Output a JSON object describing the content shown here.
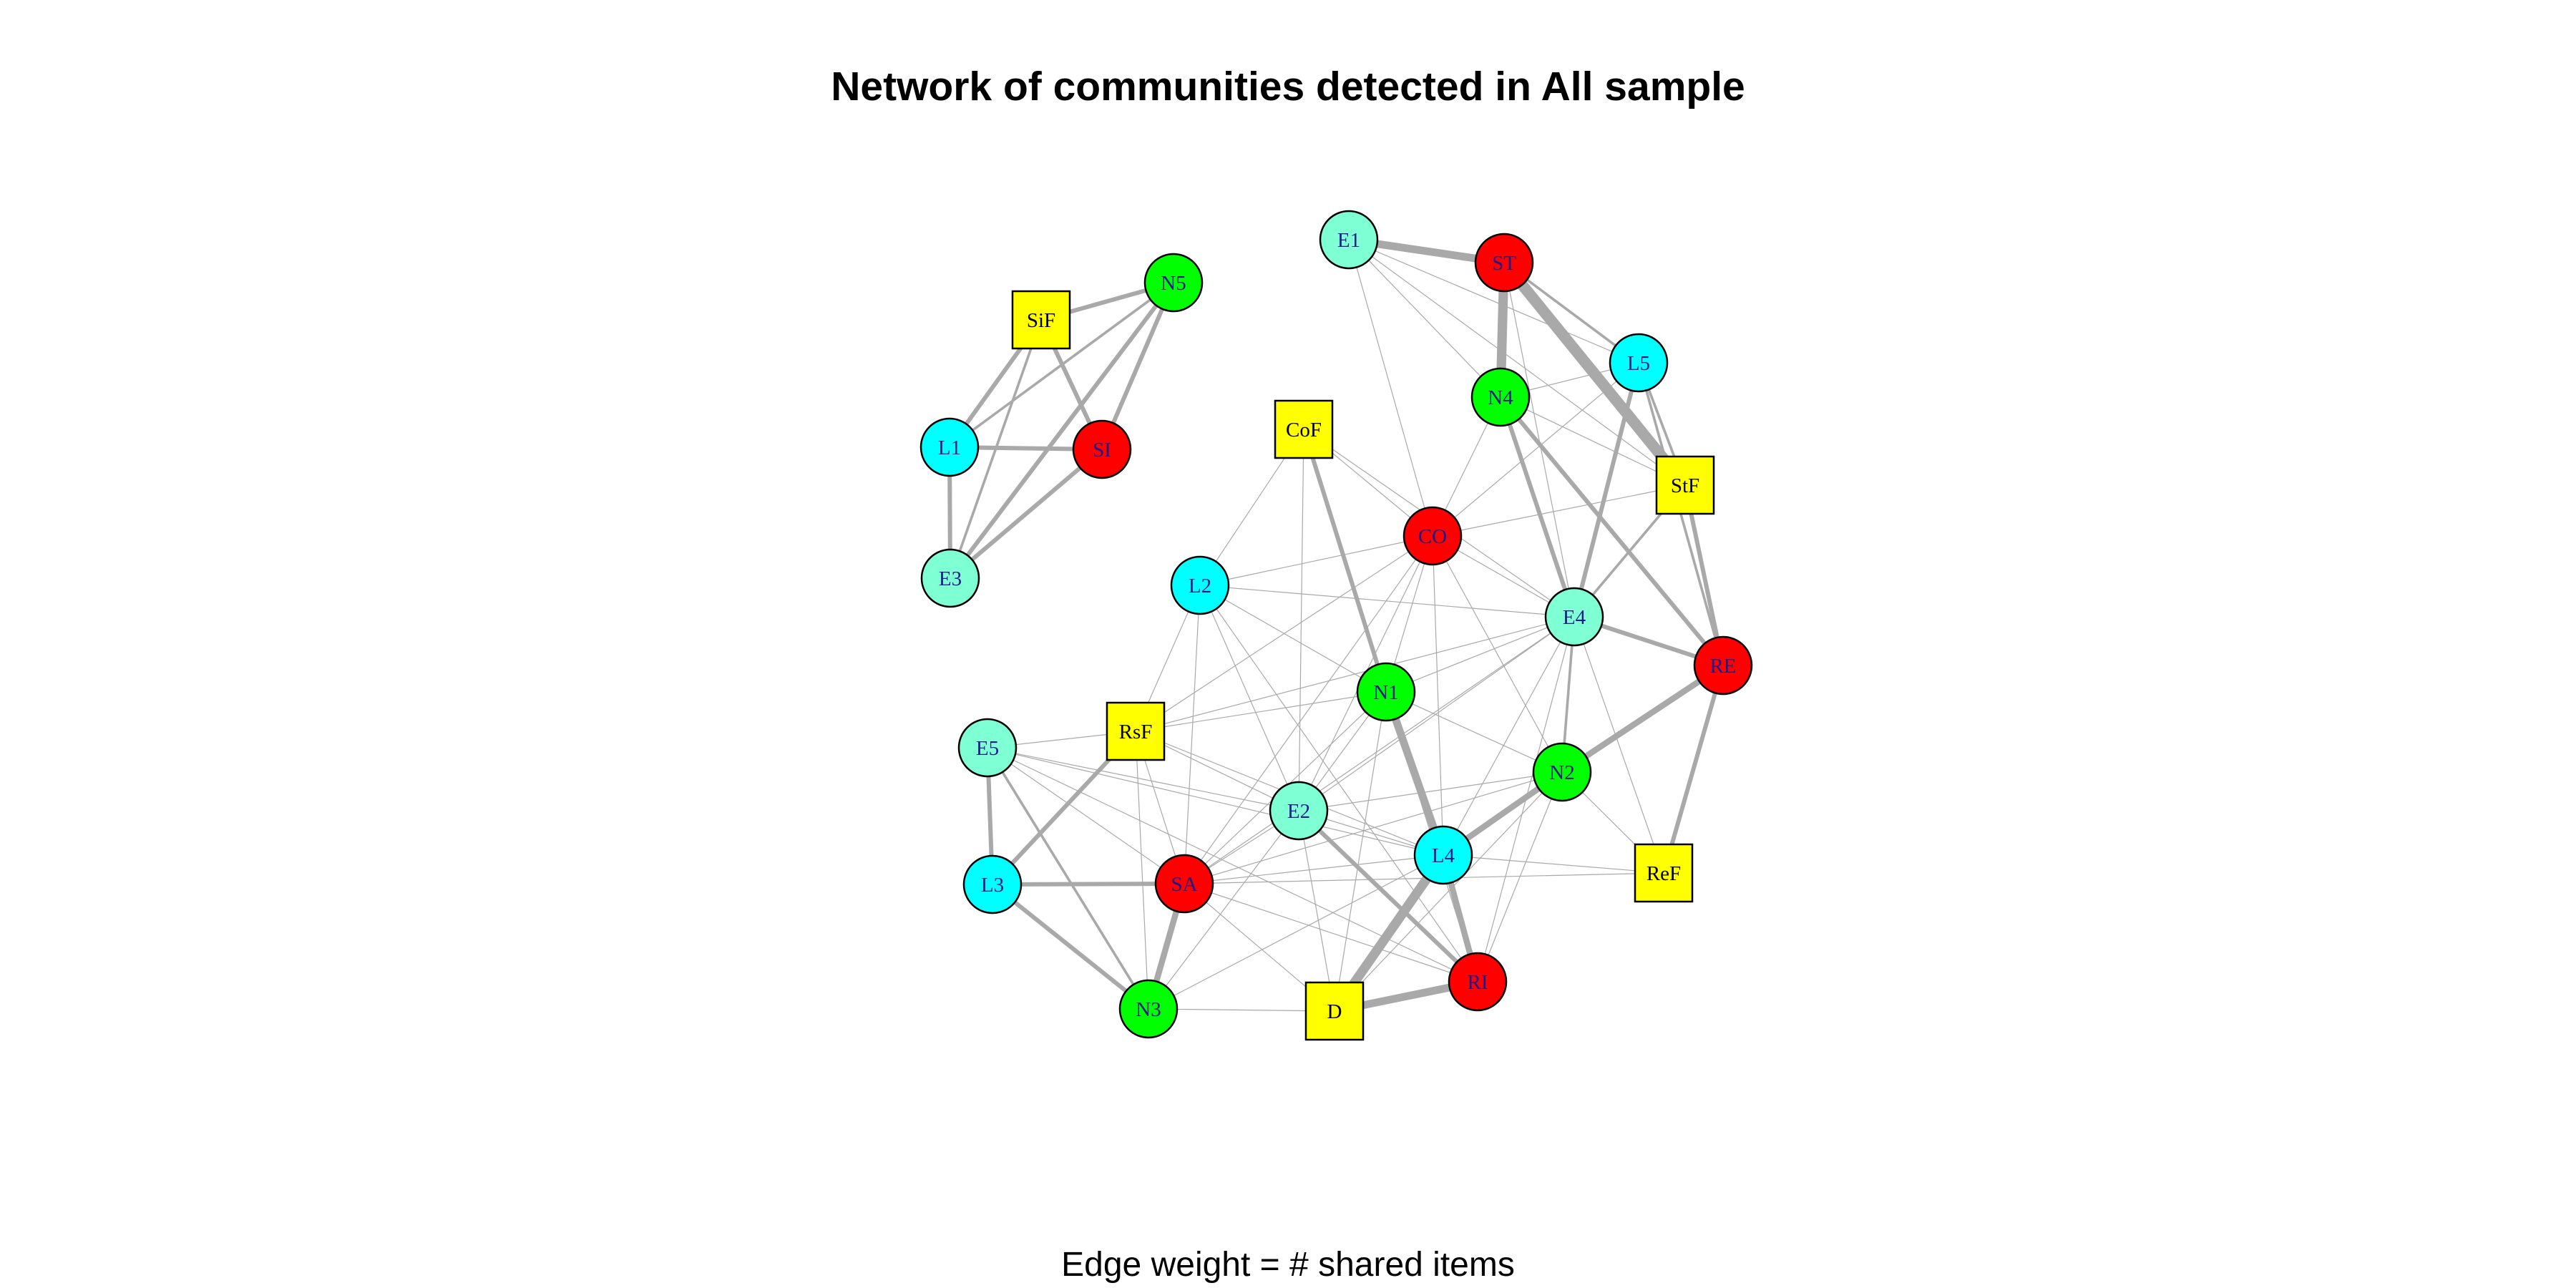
{
  "title": "Network of communities detected in All sample",
  "caption": "Edge weight = # shared items",
  "colors": {
    "red": "#ff0000",
    "green": "#00ff00",
    "cyan": "#00ffff",
    "aquamarine": "#7fffd4",
    "yellow": "#ffff00",
    "edge": "#a9a9a9",
    "label": "#1a1a8c"
  },
  "nodes": [
    {
      "id": "E1",
      "shape": "circle",
      "color": "aquamarine"
    },
    {
      "id": "ST",
      "shape": "circle",
      "color": "red"
    },
    {
      "id": "N5",
      "shape": "circle",
      "color": "green"
    },
    {
      "id": "SiF",
      "shape": "square",
      "color": "yellow"
    },
    {
      "id": "L5",
      "shape": "circle",
      "color": "cyan"
    },
    {
      "id": "N4",
      "shape": "circle",
      "color": "green"
    },
    {
      "id": "CoF",
      "shape": "square",
      "color": "yellow"
    },
    {
      "id": "L1",
      "shape": "circle",
      "color": "cyan"
    },
    {
      "id": "SI",
      "shape": "circle",
      "color": "red"
    },
    {
      "id": "StF",
      "shape": "square",
      "color": "yellow"
    },
    {
      "id": "CO",
      "shape": "circle",
      "color": "red"
    },
    {
      "id": "E3",
      "shape": "circle",
      "color": "aquamarine"
    },
    {
      "id": "L2",
      "shape": "circle",
      "color": "cyan"
    },
    {
      "id": "E4",
      "shape": "circle",
      "color": "aquamarine"
    },
    {
      "id": "RE",
      "shape": "circle",
      "color": "red"
    },
    {
      "id": "N1",
      "shape": "circle",
      "color": "green"
    },
    {
      "id": "RsF",
      "shape": "square",
      "color": "yellow"
    },
    {
      "id": "E5",
      "shape": "circle",
      "color": "aquamarine"
    },
    {
      "id": "N2",
      "shape": "circle",
      "color": "green"
    },
    {
      "id": "E2",
      "shape": "circle",
      "color": "aquamarine"
    },
    {
      "id": "L4",
      "shape": "circle",
      "color": "cyan"
    },
    {
      "id": "ReF",
      "shape": "square",
      "color": "yellow"
    },
    {
      "id": "L3",
      "shape": "circle",
      "color": "cyan"
    },
    {
      "id": "SA",
      "shape": "circle",
      "color": "red"
    },
    {
      "id": "RI",
      "shape": "circle",
      "color": "red"
    },
    {
      "id": "N3",
      "shape": "circle",
      "color": "green"
    },
    {
      "id": "D",
      "shape": "square",
      "color": "yellow"
    }
  ],
  "edges": [
    [
      "SiF",
      "N5",
      3
    ],
    [
      "SiF",
      "L1",
      3
    ],
    [
      "SiF",
      "SI",
      3
    ],
    [
      "SiF",
      "E3",
      2
    ],
    [
      "N5",
      "L1",
      2
    ],
    [
      "N5",
      "SI",
      3
    ],
    [
      "N5",
      "E3",
      3
    ],
    [
      "L1",
      "SI",
      3
    ],
    [
      "L1",
      "E3",
      3
    ],
    [
      "SI",
      "E3",
      3
    ],
    [
      "E1",
      "ST",
      5
    ],
    [
      "E1",
      "L5",
      1
    ],
    [
      "E1",
      "N4",
      1
    ],
    [
      "E1",
      "StF",
      1
    ],
    [
      "E1",
      "CO",
      1
    ],
    [
      "ST",
      "N4",
      6
    ],
    [
      "ST",
      "StF",
      7
    ],
    [
      "ST",
      "L5",
      2
    ],
    [
      "ST",
      "E4",
      1
    ],
    [
      "N4",
      "L5",
      1
    ],
    [
      "N4",
      "StF",
      1
    ],
    [
      "N4",
      "CO",
      1
    ],
    [
      "N4",
      "E4",
      3
    ],
    [
      "N4",
      "RE",
      3
    ],
    [
      "L5",
      "StF",
      2
    ],
    [
      "L5",
      "E4",
      3
    ],
    [
      "L5",
      "CO",
      1
    ],
    [
      "L5",
      "RE",
      2
    ],
    [
      "StF",
      "CO",
      1
    ],
    [
      "StF",
      "E4",
      2
    ],
    [
      "StF",
      "RE",
      3
    ],
    [
      "CoF",
      "L2",
      1
    ],
    [
      "CoF",
      "CO",
      1
    ],
    [
      "CoF",
      "N1",
      3
    ],
    [
      "CoF",
      "E2",
      1
    ],
    [
      "CoF",
      "E4",
      1
    ],
    [
      "CO",
      "L2",
      1
    ],
    [
      "CO",
      "N1",
      1
    ],
    [
      "CO",
      "E2",
      1
    ],
    [
      "CO",
      "L4",
      1
    ],
    [
      "CO",
      "N2",
      1
    ],
    [
      "CO",
      "E4",
      1
    ],
    [
      "CO",
      "RsF",
      1
    ],
    [
      "CO",
      "SA",
      1
    ],
    [
      "L2",
      "N1",
      1
    ],
    [
      "L2",
      "RsF",
      1
    ],
    [
      "L2",
      "E2",
      1
    ],
    [
      "L2",
      "SA",
      1
    ],
    [
      "L2",
      "RI",
      1
    ],
    [
      "L2",
      "E4",
      1
    ],
    [
      "E4",
      "N1",
      1
    ],
    [
      "E4",
      "RsF",
      1
    ],
    [
      "E4",
      "E2",
      1
    ],
    [
      "E4",
      "L4",
      1
    ],
    [
      "E4",
      "N2",
      2
    ],
    [
      "E4",
      "RE",
      3
    ],
    [
      "E4",
      "ReF",
      1
    ],
    [
      "E4",
      "SA",
      1
    ],
    [
      "E4",
      "RI",
      1
    ],
    [
      "RE",
      "N2",
      4
    ],
    [
      "RE",
      "ReF",
      3
    ],
    [
      "N1",
      "RsF",
      1
    ],
    [
      "N1",
      "E2",
      1
    ],
    [
      "N1",
      "L4",
      5
    ],
    [
      "N1",
      "SA",
      1
    ],
    [
      "N1",
      "D",
      1
    ],
    [
      "N1",
      "RI",
      1
    ],
    [
      "N1",
      "N2",
      1
    ],
    [
      "RsF",
      "E5",
      1
    ],
    [
      "RsF",
      "L3",
      3
    ],
    [
      "RsF",
      "SA",
      1
    ],
    [
      "RsF",
      "E2",
      1
    ],
    [
      "RsF",
      "L4",
      1
    ],
    [
      "RsF",
      "N3",
      1
    ],
    [
      "E5",
      "L3",
      3
    ],
    [
      "E5",
      "SA",
      1
    ],
    [
      "E5",
      "N3",
      2
    ],
    [
      "E5",
      "E2",
      1
    ],
    [
      "E5",
      "L4",
      1
    ],
    [
      "E5",
      "RI",
      1
    ],
    [
      "N2",
      "E2",
      1
    ],
    [
      "N2",
      "L4",
      4
    ],
    [
      "N2",
      "SA",
      1
    ],
    [
      "N2",
      "ReF",
      1
    ],
    [
      "N2",
      "RI",
      1
    ],
    [
      "N2",
      "D",
      1
    ],
    [
      "E2",
      "L4",
      1
    ],
    [
      "E2",
      "SA",
      1
    ],
    [
      "E2",
      "RI",
      3
    ],
    [
      "E2",
      "D",
      1
    ],
    [
      "E2",
      "N3",
      1
    ],
    [
      "L4",
      "SA",
      1
    ],
    [
      "L4",
      "RI",
      4
    ],
    [
      "L4",
      "D",
      6
    ],
    [
      "L4",
      "ReF",
      1
    ],
    [
      "L4",
      "N3",
      1
    ],
    [
      "L3",
      "SA",
      3
    ],
    [
      "L3",
      "N3",
      3
    ],
    [
      "SA",
      "N3",
      4
    ],
    [
      "SA",
      "D",
      1
    ],
    [
      "SA",
      "ReF",
      1
    ],
    [
      "SA",
      "RI",
      1
    ],
    [
      "N3",
      "D",
      1
    ],
    [
      "D",
      "RI",
      5
    ]
  ]
}
